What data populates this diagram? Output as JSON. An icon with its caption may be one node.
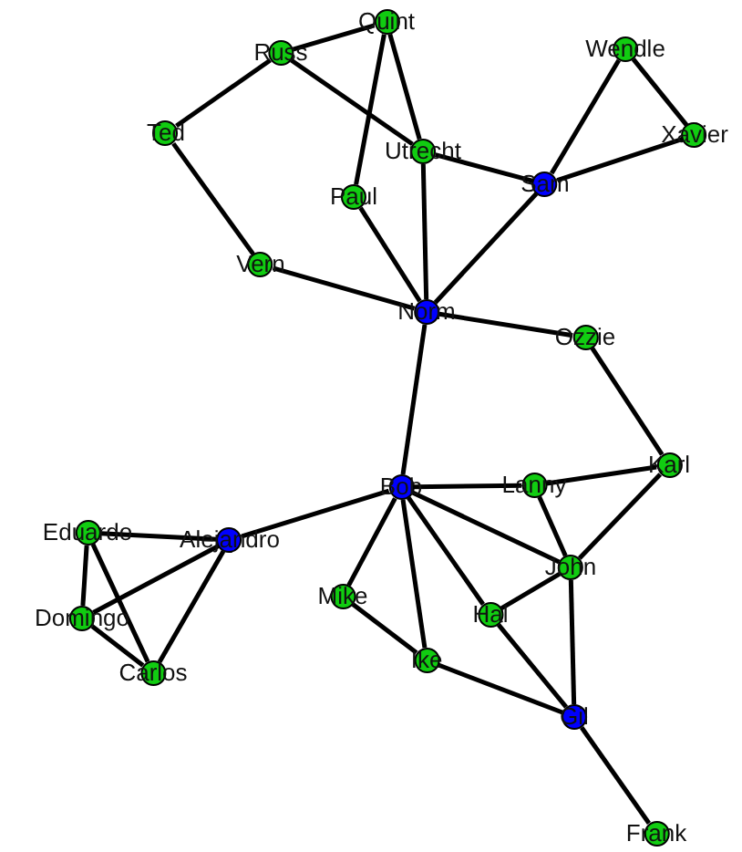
{
  "diagram": {
    "nodes": [
      {
        "text": [
          "Quint"
        ]
      },
      {
        "text": [
          "Russ"
        ]
      },
      {
        "text": [
          "Wendle"
        ]
      },
      {
        "text": [
          "Ted"
        ]
      },
      {
        "text": [
          "Xavier"
        ]
      },
      {
        "text": [
          "Utrecht"
        ]
      },
      {
        "text": [
          "Sam"
        ]
      },
      {
        "text": [
          "Paul"
        ]
      },
      {
        "text": [
          "Vern"
        ]
      },
      {
        "text": [
          "Norm"
        ]
      },
      {
        "text": [
          "Ozzie"
        ]
      },
      {
        "text": [
          "Bob"
        ]
      },
      {
        "text": [
          "Lanny"
        ]
      },
      {
        "text": [
          "Karl"
        ]
      },
      {
        "text": [
          "Eduardo"
        ]
      },
      {
        "text": [
          "Alejandro"
        ]
      },
      {
        "text": [
          "John"
        ]
      },
      {
        "text": [
          "Mike"
        ]
      },
      {
        "text": [
          "Hal"
        ]
      },
      {
        "text": [
          "Domingo"
        ]
      },
      {
        "text": [
          "Ike"
        ]
      },
      {
        "text": [
          "Carlos"
        ]
      },
      {
        "text": [
          "Gil"
        ]
      },
      {
        "text": [
          "Frank"
        ]
      }
    ],
    "edges": [
      {
        "from": 1,
        "to": 0,
        "arrow": "none"
      },
      {
        "from": 1,
        "to": 3,
        "arrow": "none"
      },
      {
        "from": 1,
        "to": 5,
        "arrow": "none"
      },
      {
        "from": 0,
        "to": 7,
        "arrow": "none"
      },
      {
        "from": 0,
        "to": 5,
        "arrow": "none"
      },
      {
        "from": 3,
        "to": 8,
        "arrow": "none"
      },
      {
        "from": 5,
        "to": 6,
        "arrow": "none"
      },
      {
        "from": 5,
        "to": 9,
        "arrow": "none"
      },
      {
        "from": 7,
        "to": 9,
        "arrow": "none"
      },
      {
        "from": 8,
        "to": 9,
        "arrow": "none"
      },
      {
        "from": 6,
        "to": 9,
        "arrow": "none"
      },
      {
        "from": 6,
        "to": 2,
        "arrow": "none"
      },
      {
        "from": 6,
        "to": 4,
        "arrow": "none"
      },
      {
        "from": 2,
        "to": 4,
        "arrow": "none"
      },
      {
        "from": 9,
        "to": 10,
        "arrow": "none"
      },
      {
        "from": 10,
        "to": 13,
        "arrow": "none"
      },
      {
        "from": 9,
        "to": 11,
        "arrow": "none"
      },
      {
        "from": 11,
        "to": 12,
        "arrow": "none"
      },
      {
        "from": 12,
        "to": 13,
        "arrow": "none"
      },
      {
        "from": 11,
        "to": 15,
        "arrow": "none"
      },
      {
        "from": 11,
        "to": 16,
        "arrow": "none"
      },
      {
        "from": 11,
        "to": 18,
        "arrow": "none"
      },
      {
        "from": 11,
        "to": 20,
        "arrow": "none"
      },
      {
        "from": 11,
        "to": 17,
        "arrow": "none"
      },
      {
        "from": 12,
        "to": 16,
        "arrow": "none"
      },
      {
        "from": 13,
        "to": 16,
        "arrow": "none"
      },
      {
        "from": 16,
        "to": 18,
        "arrow": "none"
      },
      {
        "from": 16,
        "to": 22,
        "arrow": "none"
      },
      {
        "from": 18,
        "to": 22,
        "arrow": "none"
      },
      {
        "from": 17,
        "to": 20,
        "arrow": "none"
      },
      {
        "from": 20,
        "to": 22,
        "arrow": "none"
      },
      {
        "from": 22,
        "to": 23,
        "arrow": "none"
      },
      {
        "from": 14,
        "to": 15,
        "arrow": "none"
      },
      {
        "from": 14,
        "to": 19,
        "arrow": "none"
      },
      {
        "from": 14,
        "to": 21,
        "arrow": "none"
      },
      {
        "from": 15,
        "to": 19,
        "arrow": "none"
      },
      {
        "from": 15,
        "to": 21,
        "arrow": "none"
      },
      {
        "from": 19,
        "to": 21,
        "arrow": "none"
      }
    ]
  }
}
